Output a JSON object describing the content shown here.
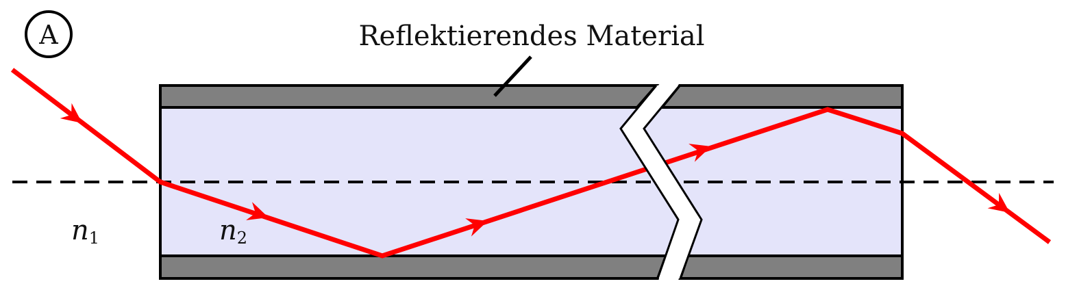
{
  "figure_marker": "A",
  "material_label": "Reflektierendes Material",
  "medium_outside_label": "n",
  "medium_outside_subscript": "1",
  "medium_inside_label": "n",
  "medium_inside_subscript": "2",
  "colors": {
    "ray": "#ff0000",
    "core": "#e4e4fa",
    "cladding": "#808080",
    "outline": "#000000"
  }
}
